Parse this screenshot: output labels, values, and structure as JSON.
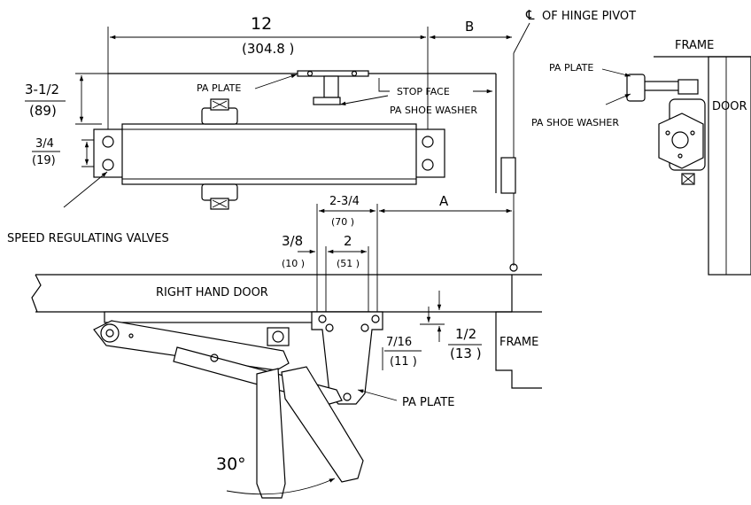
{
  "top_view": {
    "dim_overall": "12",
    "dim_overall_mm": "(304.8 )",
    "dim_b": "B",
    "hinge_pivot": "OF HINGE PIVOT",
    "cl_symbol": "℄",
    "dim_height": "3-1/2",
    "dim_height_mm": "(89)",
    "dim_hole": "3/4",
    "dim_hole_mm": "(19)",
    "pa_plate": "PA PLATE",
    "stop_face": "STOP FACE",
    "pa_shoe_washer": "PA SHOE WASHER",
    "speed_valves": "SPEED REGULATING VALVES"
  },
  "side_view": {
    "frame": "FRAME",
    "pa_plate": "PA PLATE",
    "pa_shoe_washer": "PA SHOE WASHER",
    "door": "DOOR"
  },
  "bottom_view": {
    "dim_a": "A",
    "dim_plate_w": "2-3/4",
    "dim_plate_w_mm": "(70 )",
    "dim_offset": "3/8",
    "dim_offset_mm": "(10 )",
    "dim_holes": "2",
    "dim_holes_mm": "(51 )",
    "door_label": "RIGHT HAND DOOR",
    "dim_hole_v": "7/16",
    "dim_hole_v_mm": "(11 )",
    "dim_edge": "1/2",
    "dim_edge_mm": "(13 )",
    "frame": "FRAME",
    "pa_plate": "PA PLATE",
    "angle": "30°"
  }
}
